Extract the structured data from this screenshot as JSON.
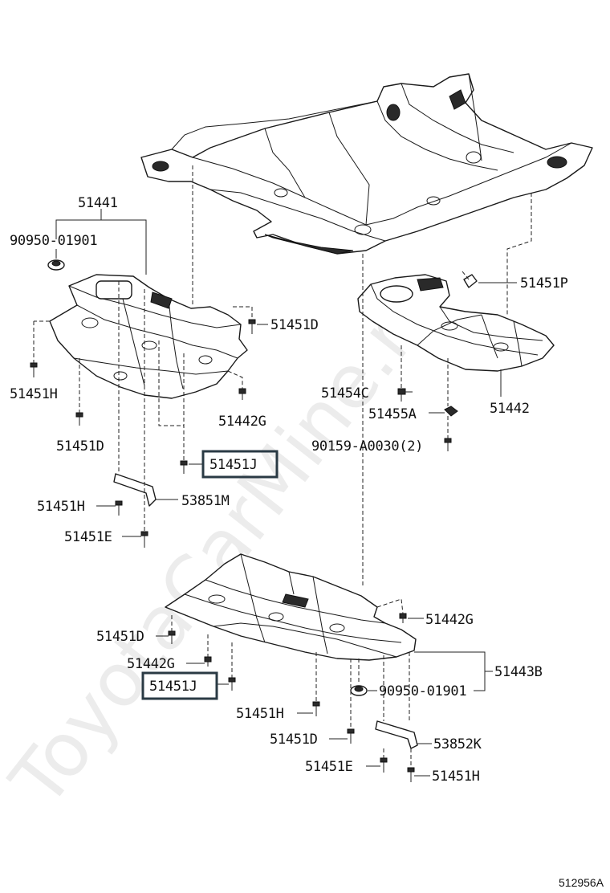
{
  "watermark": "ToyotaCarMine.ru",
  "diagram_code": "512956A",
  "labels": {
    "p51441": "51441",
    "p90950_top": "90950-01901",
    "p51451P": "51451P",
    "p51451D_top": "51451D",
    "p51451H_left": "51451H",
    "p51442G_top": "51442G",
    "p51454C": "51454C",
    "p51455A": "51455A",
    "p51442": "51442",
    "p51451D_mid": "51451D",
    "p90159": "90159-A0030(2)",
    "p51451J_top": "51451J",
    "p51451H_mid": "51451H",
    "p53851M": "53851M",
    "p51451E_top": "51451E",
    "p51442G_low": "51442G",
    "p51451D_low": "51451D",
    "p51442G_low2": "51442G",
    "p51443B": "51443B",
    "p51451J_low": "51451J",
    "p90950_low": "90950-01901",
    "p51451H_low": "51451H",
    "p51451D_low2": "51451D",
    "p53852K": "53852K",
    "p51451E_low": "51451E",
    "p51451H_low2": "51451H"
  }
}
